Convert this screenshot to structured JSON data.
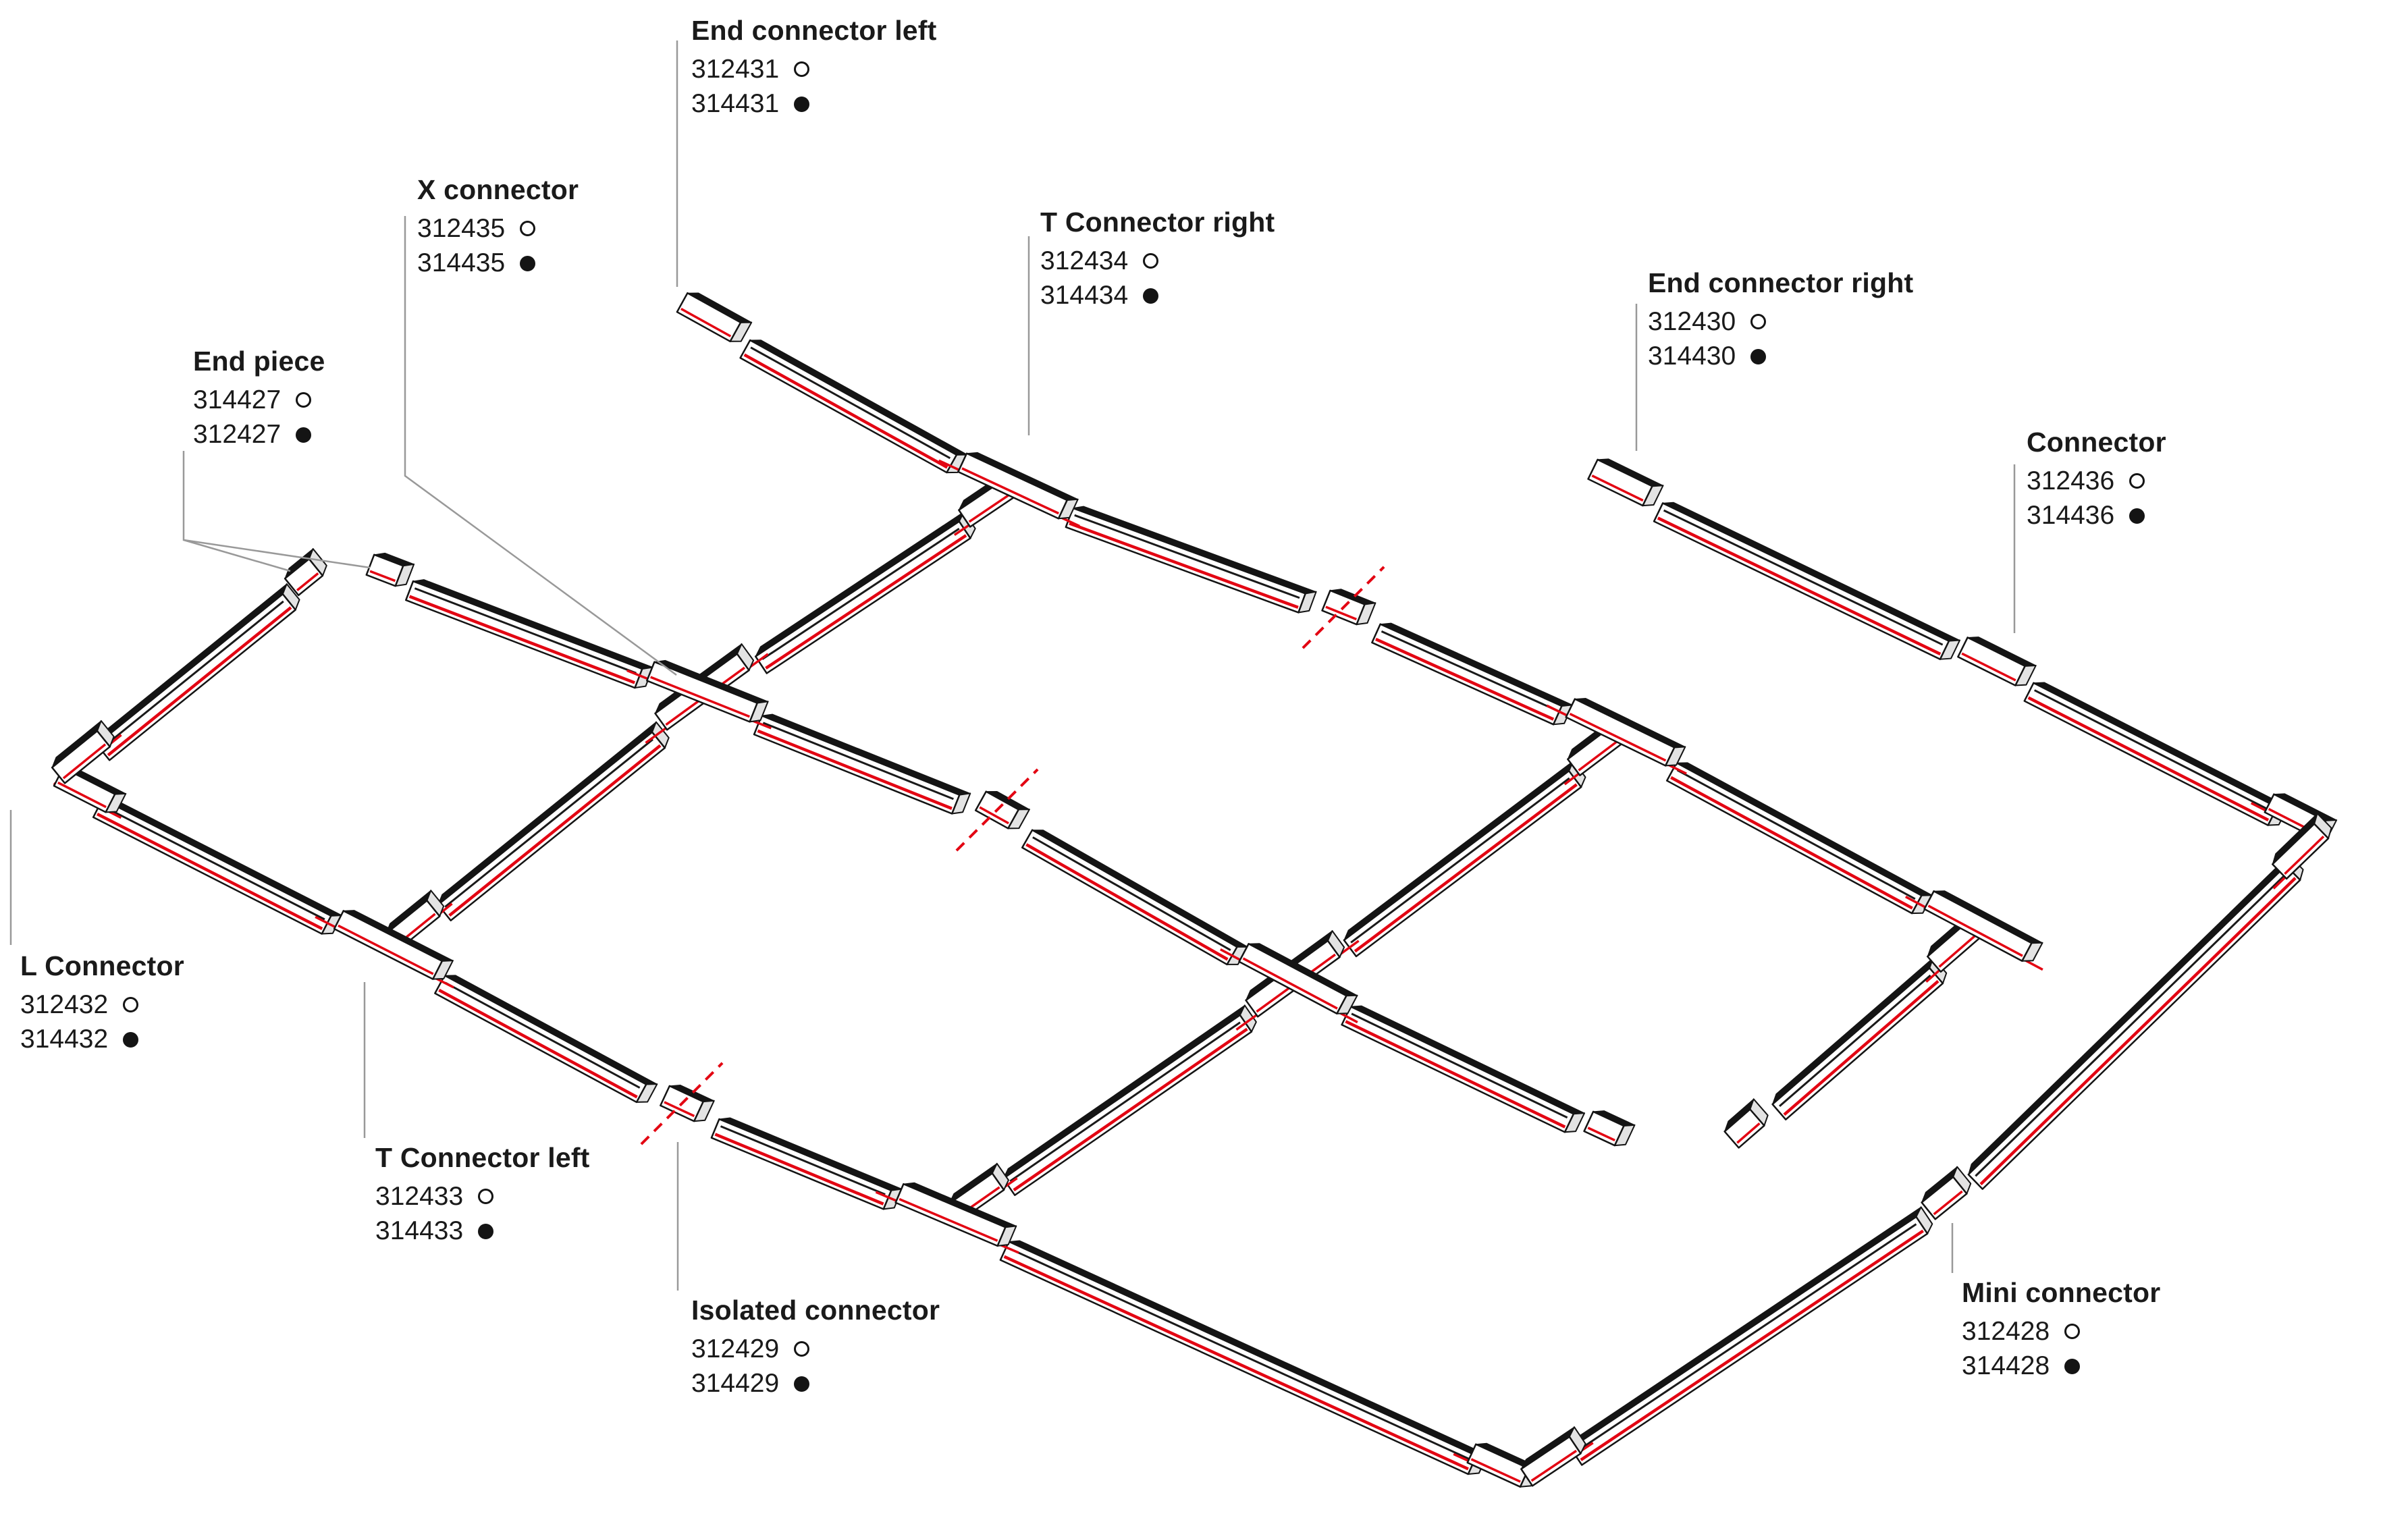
{
  "labels": [
    {
      "id": "end-connector-left",
      "title": "End connector left",
      "variants": [
        {
          "sku": "312431",
          "dot": "open"
        },
        {
          "sku": "314431",
          "dot": "filled"
        }
      ]
    },
    {
      "id": "x-connector",
      "title": "X connector",
      "variants": [
        {
          "sku": "312435",
          "dot": "open"
        },
        {
          "sku": "314435",
          "dot": "filled"
        }
      ]
    },
    {
      "id": "end-piece",
      "title": "End piece",
      "variants": [
        {
          "sku": "314427",
          "dot": "open"
        },
        {
          "sku": "312427",
          "dot": "filled"
        }
      ]
    },
    {
      "id": "t-connector-right",
      "title": "T Connector right",
      "variants": [
        {
          "sku": "312434",
          "dot": "open"
        },
        {
          "sku": "314434",
          "dot": "filled"
        }
      ]
    },
    {
      "id": "end-connector-right",
      "title": "End connector right",
      "variants": [
        {
          "sku": "312430",
          "dot": "open"
        },
        {
          "sku": "314430",
          "dot": "filled"
        }
      ]
    },
    {
      "id": "connector",
      "title": "Connector",
      "variants": [
        {
          "sku": "312436",
          "dot": "open"
        },
        {
          "sku": "314436",
          "dot": "filled"
        }
      ]
    },
    {
      "id": "l-connector",
      "title": "L Connector",
      "variants": [
        {
          "sku": "312432",
          "dot": "open"
        },
        {
          "sku": "314432",
          "dot": "filled"
        }
      ]
    },
    {
      "id": "t-connector-left",
      "title": "T Connector left",
      "variants": [
        {
          "sku": "312433",
          "dot": "open"
        },
        {
          "sku": "314433",
          "dot": "filled"
        }
      ]
    },
    {
      "id": "isolated-connector",
      "title": "Isolated connector",
      "variants": [
        {
          "sku": "312429",
          "dot": "open"
        },
        {
          "sku": "314429",
          "dot": "filled"
        }
      ]
    },
    {
      "id": "mini-connector",
      "title": "Mini connector",
      "variants": [
        {
          "sku": "312428",
          "dot": "open"
        },
        {
          "sku": "314428",
          "dot": "filled"
        }
      ]
    }
  ],
  "colors": {
    "accent_red": "#e30613",
    "track_ink": "#141414",
    "leader_gray": "#999999"
  }
}
